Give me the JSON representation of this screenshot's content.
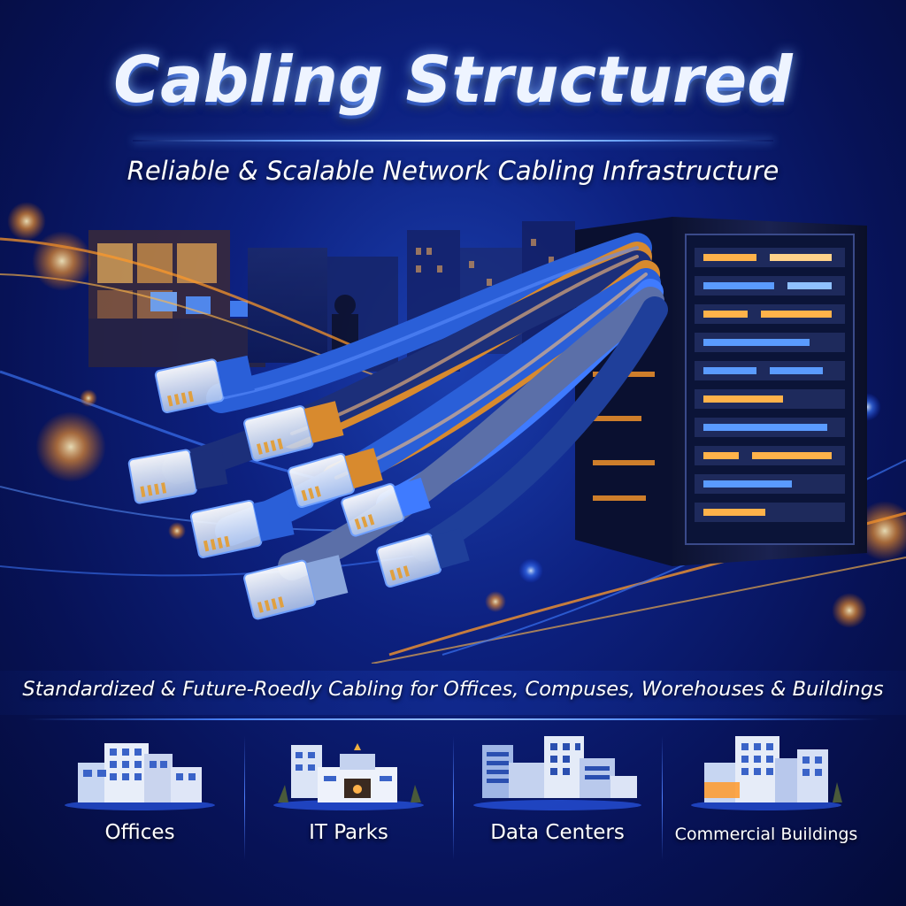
{
  "title": "Cabling Structured",
  "subtitle": "Reliable & Scalable Network Cabling Infrastructure",
  "tagline": "Standardized & Future-Roedly Cabling for Offices, Compuses, Worehouses & Buildings",
  "categories": [
    {
      "label": "Offices",
      "icon": "office-buildings-icon"
    },
    {
      "label": "IT Parks",
      "icon": "it-park-icon"
    },
    {
      "label": "Data Centers",
      "icon": "data-center-icon"
    },
    {
      "label": "Commercial Buildings",
      "icon": "commercial-buildings-icon"
    }
  ],
  "colors": {
    "background": "#0d2180",
    "accent_blue": "#3f7bff",
    "accent_orange": "#f0962c",
    "cable_blue": "#2a5fd8",
    "cable_orange": "#d88a2e",
    "cable_navy": "#1c2f7a"
  }
}
